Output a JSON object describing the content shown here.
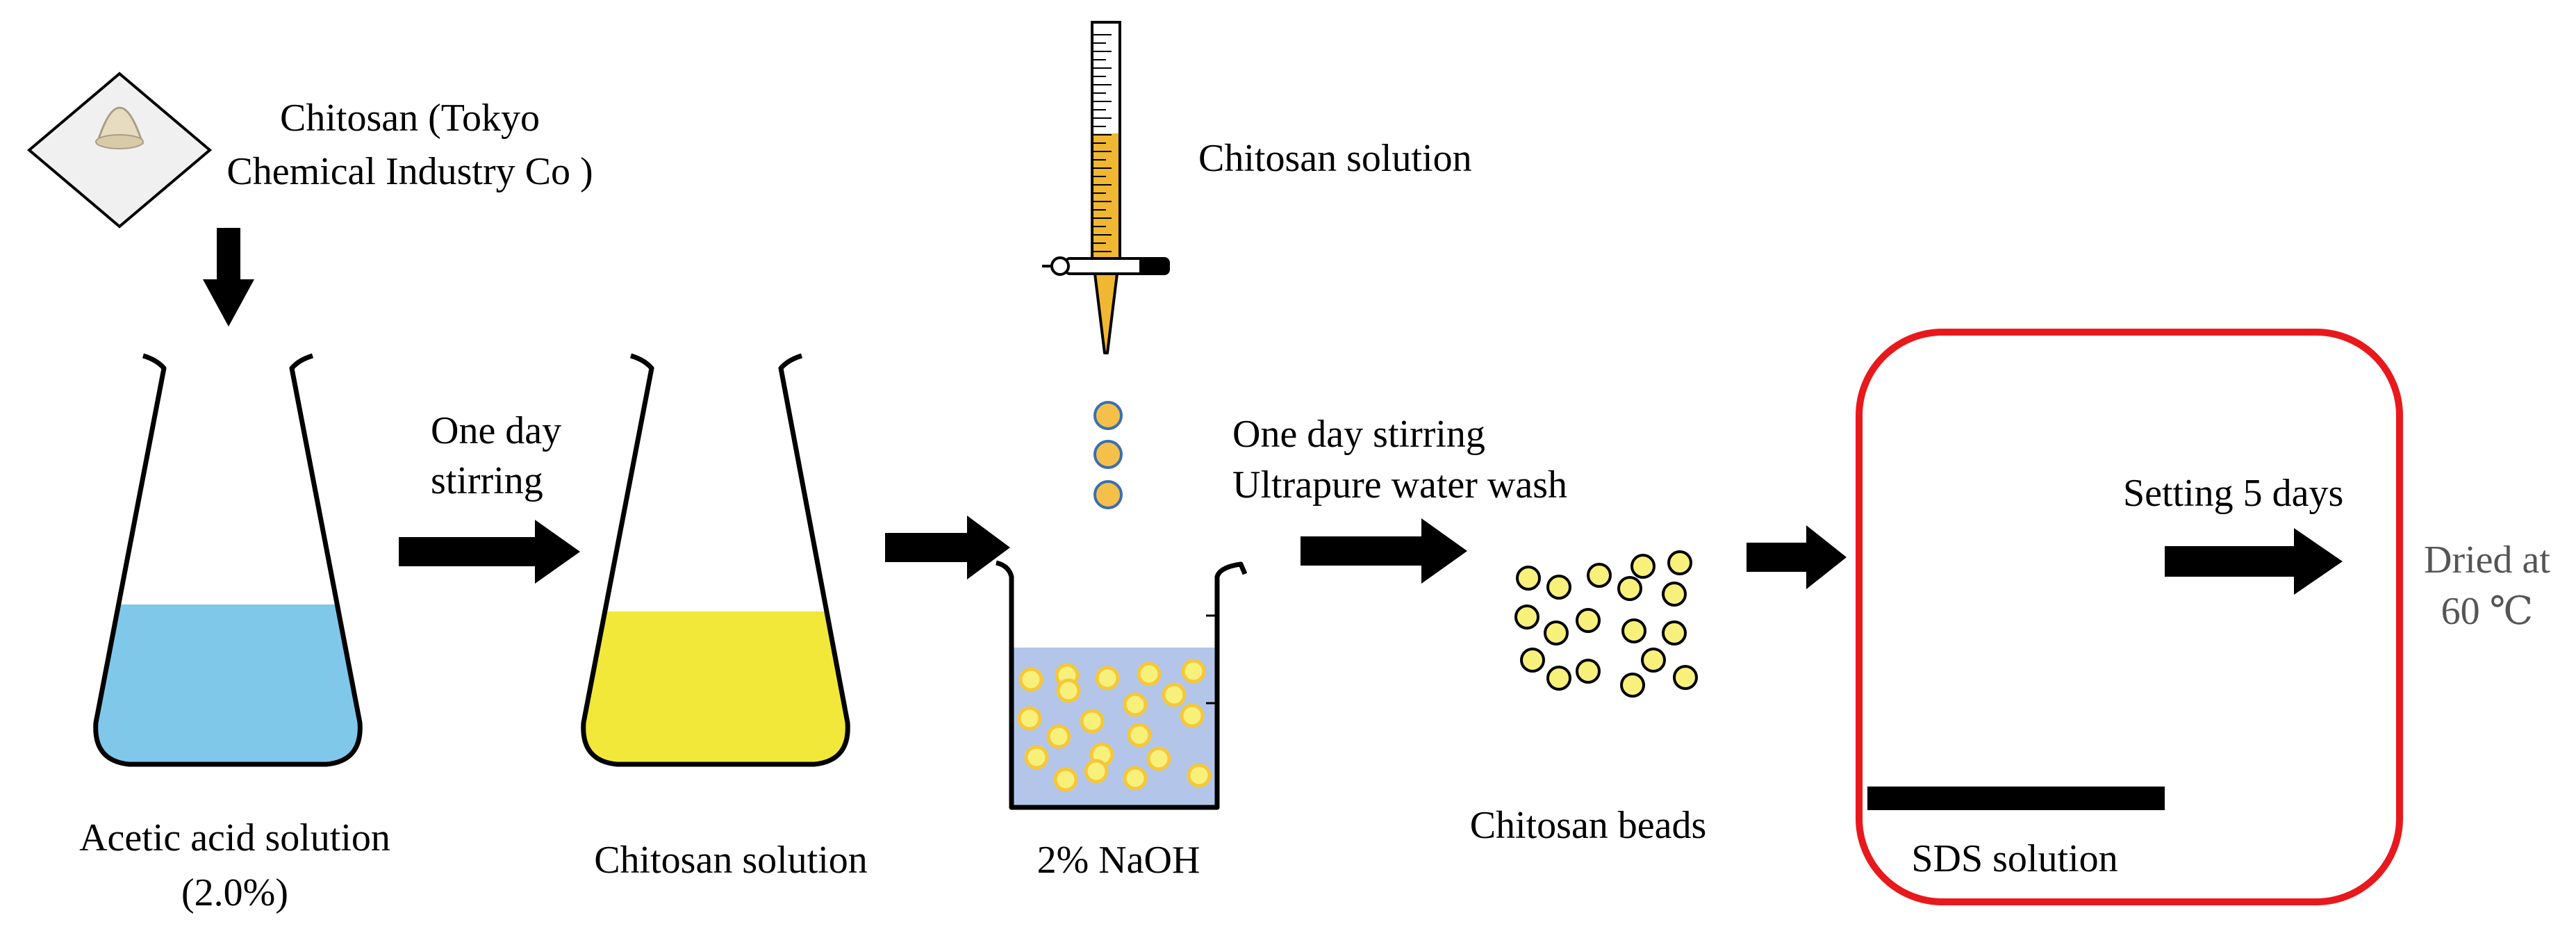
{
  "labels": {
    "chitosan_source_line1": "Chitosan (Tokyo",
    "chitosan_source_line2": "Chemical  Industry Co )",
    "acetic_line1": "Acetic acid solution",
    "acetic_line2": "(2.0%)",
    "step1_line1": "One day",
    "step1_line2": "stirring",
    "chitosan_solution_flask": "Chitosan solution",
    "chitosan_solution_burette": "Chitosan solution",
    "naoh": "2% NaOH",
    "step3_line1": "One day stirring",
    "step3_line2": "Ultrapure water wash",
    "beads": "Chitosan beads",
    "sds": "SDS solution",
    "setting": "Setting 5 days",
    "dried_line1": "Dried at",
    "dried_line2": "60 ℃"
  },
  "colors": {
    "acetic_liquid": "#7fc8ea",
    "chitosan_liquid": "#f2e83a",
    "naoh_liquid": "#b3c6ea",
    "bead_fill": "#f7f07a",
    "drop_fill": "#f5c04a",
    "burette_liquid": "#f0b733",
    "highlight_border": "#e8191c",
    "powder": "#e8dcc0"
  }
}
